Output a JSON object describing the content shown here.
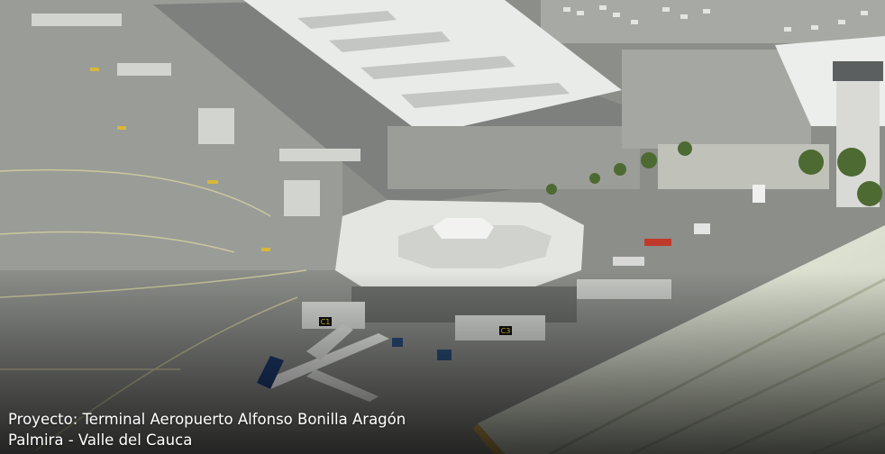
{
  "image": {
    "subject": "aerial-airport-terminal",
    "colors": {
      "apron": "#8f918d",
      "roof_white": "#e9ebe8",
      "roof_shadow": "#b9bcb9",
      "vegetation": "#4d6a32",
      "panel_green": "#d6dcc6",
      "dark_overlay": "#2b2b2b"
    }
  },
  "caption": {
    "line1": "Proyecto: Terminal Aeropuerto Alfonso Bonilla Aragón",
    "line2": "Palmira - Valle del Cauca"
  },
  "labels": {
    "gate_left": "C1",
    "gate_right": "C3"
  }
}
